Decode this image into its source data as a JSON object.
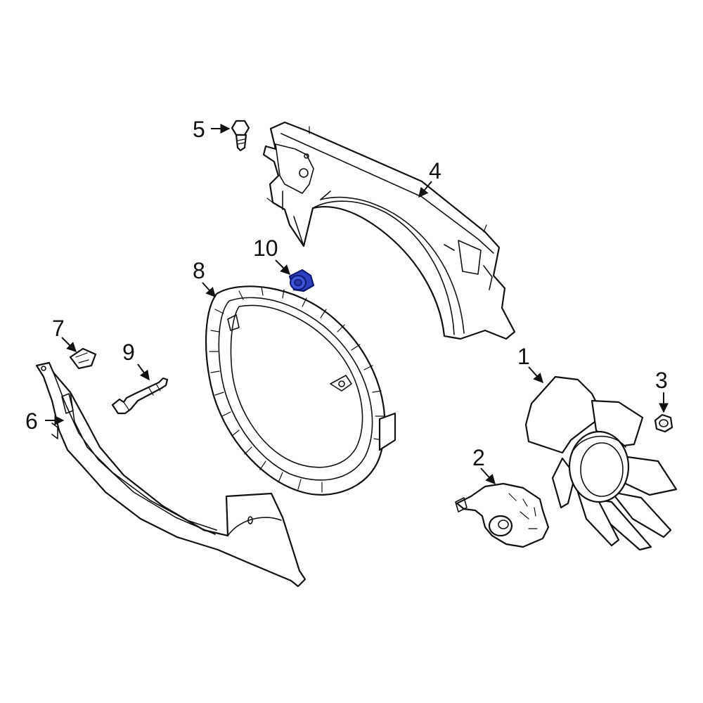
{
  "callouts": [
    {
      "id": "1",
      "label": "1"
    },
    {
      "id": "2",
      "label": "2"
    },
    {
      "id": "3",
      "label": "3"
    },
    {
      "id": "4",
      "label": "4"
    },
    {
      "id": "5",
      "label": "5"
    },
    {
      "id": "6",
      "label": "6"
    },
    {
      "id": "7",
      "label": "7"
    },
    {
      "id": "8",
      "label": "8"
    },
    {
      "id": "9",
      "label": "9"
    },
    {
      "id": "10",
      "label": "10"
    }
  ],
  "highlighted_part": "10",
  "colors": {
    "line": "#111111",
    "background": "#ffffff",
    "highlight_fill": "#2f3fbf",
    "highlight_stroke": "#0d1670"
  }
}
